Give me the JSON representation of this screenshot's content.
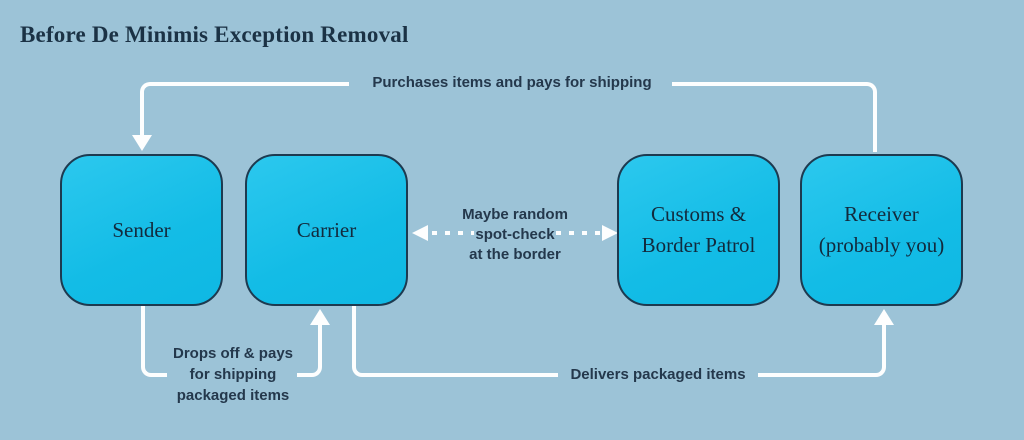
{
  "title": "Before De Minimis Exception Removal",
  "nodes": [
    {
      "label": "Sender"
    },
    {
      "label": "Carrier"
    },
    {
      "label": "Customs &\nBorder Patrol"
    },
    {
      "label": "Receiver\n(probably you)"
    }
  ],
  "edges": {
    "purchases": "Purchases items and pays for shipping",
    "spot_check": "Maybe random\nspot-check\nat the border",
    "drops_off": "Drops off & pays\nfor shipping\npackaged items",
    "delivers": "Delivers packaged items"
  },
  "colors": {
    "background": "#9cc3d7",
    "node_fill": "#13bce6",
    "node_border": "#1d3a50",
    "title_text": "#1b3245",
    "node_text": "#122a3d",
    "edge_label_text": "#24384c",
    "connector": "#fdfefe"
  }
}
